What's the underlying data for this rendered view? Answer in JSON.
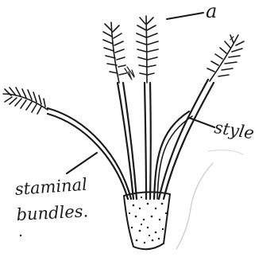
{
  "labels": {
    "a": "a",
    "style": "style",
    "staminal": "staminal",
    "bundles": "bundles."
  }
}
